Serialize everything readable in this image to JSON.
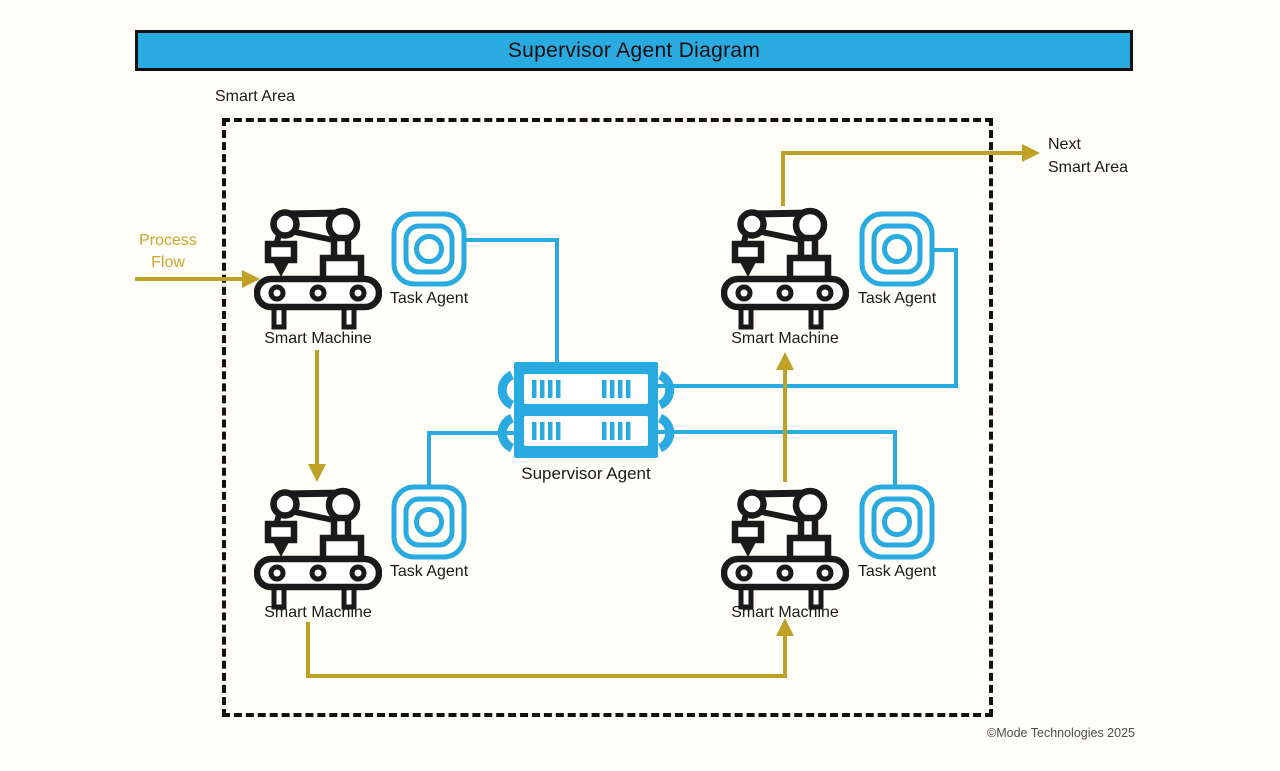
{
  "title_bar": {
    "title": "Supervisor Agent Diagram"
  },
  "smart_area": {
    "label": "Smart Area"
  },
  "process_flow": {
    "label_line1": "Process",
    "label_line2": "Flow"
  },
  "next_smart_area": {
    "label_line1": "Next",
    "label_line2": "Smart Area"
  },
  "supervisor": {
    "label": "Supervisor Agent",
    "icon": "server-stack-icon"
  },
  "machines": [
    {
      "label": "Smart Machine"
    },
    {
      "label": "Smart Machine"
    },
    {
      "label": "Smart Machine"
    },
    {
      "label": "Smart Machine"
    }
  ],
  "task_agents": [
    {
      "label": "Task Agent"
    },
    {
      "label": "Task Agent"
    },
    {
      "label": "Task Agent"
    },
    {
      "label": "Task Agent"
    }
  ],
  "footer": {
    "copyright": "©Mode Technologies 2025"
  },
  "icons": {
    "smart_machine": "robot-arm-conveyor-icon",
    "task_agent": "rounded-square-node-icon",
    "supervisor": "server-stack-icon"
  },
  "colors": {
    "blue": "#29ABE2",
    "yellow": "#BFA125",
    "yellow_text": "#CCA52E",
    "ink": "#111111",
    "label": "#1A1A1A",
    "muted": "#4D4D4D",
    "bg": "#FFFEF8"
  }
}
